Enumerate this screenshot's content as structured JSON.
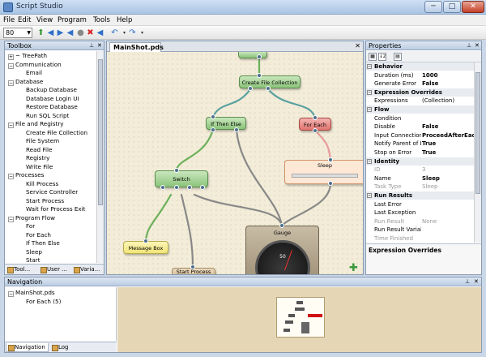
{
  "window": {
    "title": "Script Studio",
    "min": "─",
    "max": "□",
    "close": "✕"
  },
  "menu": [
    "File",
    "Edit",
    "View",
    "Program",
    "Tools",
    "Help"
  ],
  "toolbar": {
    "zoom": "80"
  },
  "toolbox": {
    "title": "Toolbox",
    "pin": "⊥",
    "close": "✕",
    "items": [
      {
        "label": "~ TreePath",
        "level": 0,
        "expander": "+"
      },
      {
        "label": "Communication",
        "level": 0,
        "expander": "−"
      },
      {
        "label": "Email",
        "level": 1
      },
      {
        "label": "Database",
        "level": 0,
        "expander": "−"
      },
      {
        "label": "Backup Database",
        "level": 1
      },
      {
        "label": "Database Login UI",
        "level": 1
      },
      {
        "label": "Restore Database",
        "level": 1
      },
      {
        "label": "Run SQL Script",
        "level": 1
      },
      {
        "label": "File and Registry",
        "level": 0,
        "expander": "−"
      },
      {
        "label": "Create File Collection",
        "level": 1
      },
      {
        "label": "File System",
        "level": 1
      },
      {
        "label": "Read File",
        "level": 1
      },
      {
        "label": "Registry",
        "level": 1
      },
      {
        "label": "Write File",
        "level": 1
      },
      {
        "label": "Processes",
        "level": 0,
        "expander": "−"
      },
      {
        "label": "Kill Process",
        "level": 1
      },
      {
        "label": "Service Controller",
        "level": 1
      },
      {
        "label": "Start Process",
        "level": 1
      },
      {
        "label": "Wait for Process Exit",
        "level": 1
      },
      {
        "label": "Program Flow",
        "level": 0,
        "expander": "−"
      },
      {
        "label": "For",
        "level": 1
      },
      {
        "label": "For Each",
        "level": 1
      },
      {
        "label": "If Then Else",
        "level": 1
      },
      {
        "label": "Sleep",
        "level": 1
      },
      {
        "label": "Start",
        "level": 1
      },
      {
        "label": "Switch",
        "level": 1
      }
    ],
    "tabs": [
      "Tool...",
      "User ...",
      "Varia..."
    ]
  },
  "document": {
    "tab": "MainShot.pds",
    "close": "✕",
    "nodes": {
      "create_file_collection": "Create File Collection",
      "if_then_else": "If Then Else",
      "for_each": "For Each",
      "sleep": "Sleep",
      "switch": "Switch",
      "message_box": "Message Box",
      "start_process": "Start Process",
      "gauge": "Gauge",
      "gauge_value": "50"
    },
    "add": "✚"
  },
  "properties": {
    "title": "Properties",
    "pin": "⊥",
    "close": "✕",
    "toolbar": [
      "▦",
      "↓z",
      "▤"
    ],
    "rows": [
      {
        "type": "cat",
        "name": "Behavior"
      },
      {
        "name": "Duration (ms)",
        "value": "1000"
      },
      {
        "name": "Generate Error",
        "value": "False"
      },
      {
        "type": "cat",
        "name": "Expression Overrides"
      },
      {
        "name": "Expressions",
        "value": "(Collection)",
        "plain": true
      },
      {
        "type": "cat",
        "name": "Flow"
      },
      {
        "name": "Condition",
        "value": ""
      },
      {
        "name": "Disable",
        "value": "False"
      },
      {
        "name": "Input Connections",
        "value": "ProceedAfterEach"
      },
      {
        "name": "Notify Parent of E",
        "value": "True"
      },
      {
        "name": "Stop on Error",
        "value": "True"
      },
      {
        "type": "cat",
        "name": "Identity"
      },
      {
        "name": "ID",
        "value": "3",
        "disabled": true
      },
      {
        "name": "Name",
        "value": "Sleep"
      },
      {
        "name": "Task Type",
        "value": "Sleep",
        "disabled": true
      },
      {
        "type": "cat",
        "name": "Run Results"
      },
      {
        "name": "Last Error",
        "value": ""
      },
      {
        "name": "Last Exception",
        "value": ""
      },
      {
        "name": "Run Result",
        "value": "None",
        "disabled": true
      },
      {
        "name": "Run Result Variabl",
        "value": ""
      },
      {
        "name": "Time Finished",
        "value": "",
        "disabled": true
      }
    ],
    "description_title": "Expression Overrides"
  },
  "navigation": {
    "title": "Navigation",
    "pin": "⊥",
    "close": "✕",
    "items": [
      {
        "label": "MainShot.pds",
        "level": 0,
        "expander": "−"
      },
      {
        "label": "For Each (5)",
        "level": 1
      }
    ],
    "tabs": [
      "Navigation",
      "Log"
    ]
  }
}
